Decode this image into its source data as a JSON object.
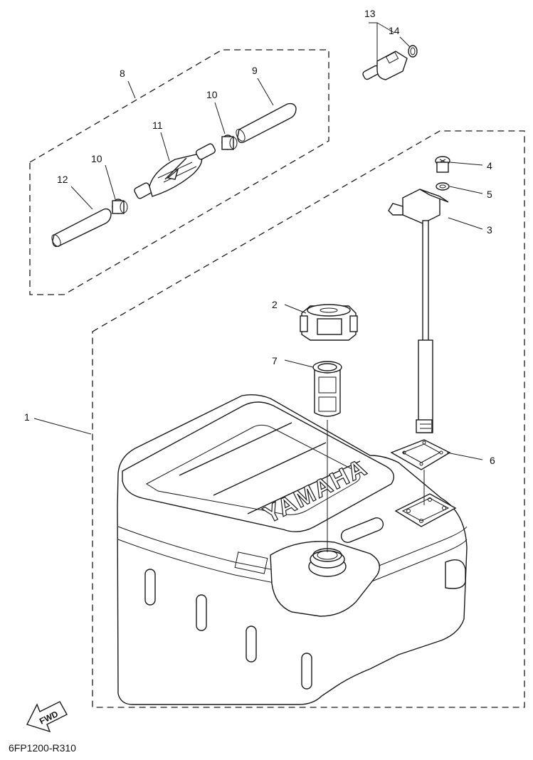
{
  "diagram": {
    "callouts": {
      "c1": "1",
      "c2": "2",
      "c3": "3",
      "c4": "4",
      "c5": "5",
      "c6": "6",
      "c7": "7",
      "c8": "8",
      "c9": "9",
      "c10a": "10",
      "c10b": "10",
      "c11": "11",
      "c12": "12",
      "c13": "13",
      "c14": "14"
    },
    "tank_brand": "YAMAHA",
    "fwd_label": "FWD",
    "drawing_code": "6FP1200-R310"
  },
  "colors": {
    "line": "#1a1a1a",
    "background": "#ffffff",
    "mesh": "#444444"
  },
  "icons": [
    "fwd-arrow-icon",
    "mesh-filter-icon"
  ]
}
